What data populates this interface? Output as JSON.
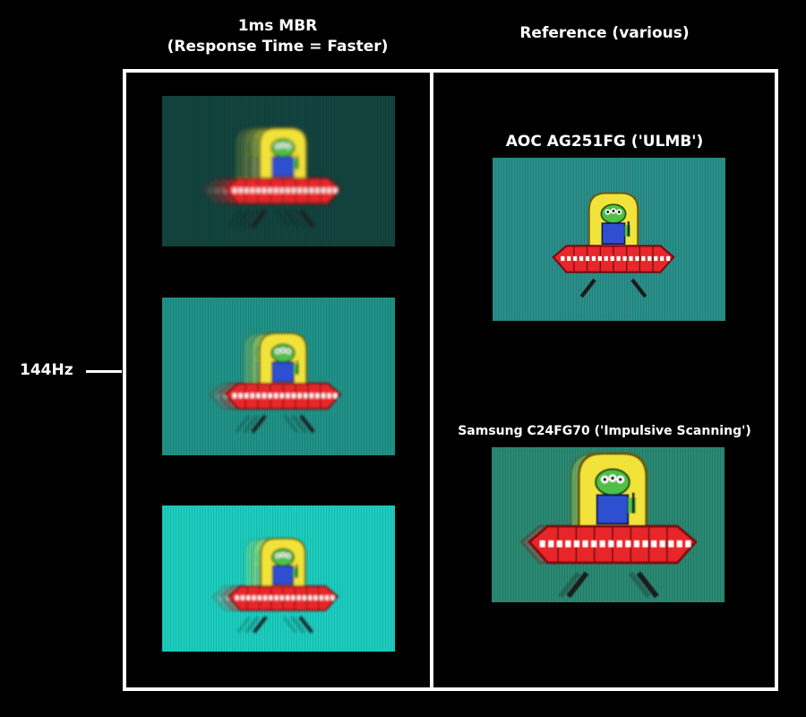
{
  "header_left": {
    "line1": "1ms MBR",
    "line2": "(Response Time = Faster)"
  },
  "header_right": "Reference (various)",
  "refresh_rate_label": "144Hz",
  "left_photos": [
    {
      "background": "#13443f",
      "blur": "heavy"
    },
    {
      "background": "#209388",
      "blur": "medium"
    },
    {
      "background": "#1ccfc0",
      "blur": "medium"
    }
  ],
  "right_photos": [
    {
      "caption": "AOC AG251FG ('ULMB')",
      "background": "#2a8f8a",
      "blur": "none"
    },
    {
      "caption": "Samsung C24FG70 ('Impulsive Scanning')",
      "background": "#2a8a73",
      "blur": "light"
    }
  ],
  "ufo_colors": {
    "saucer": "#e8262b",
    "saucer_outline": "#7a0a10",
    "window": "#f2e33b",
    "alien": "#4fc044",
    "suit": "#2f4fd0",
    "lights": "#ffffff",
    "legs": "#1a1a1a"
  }
}
